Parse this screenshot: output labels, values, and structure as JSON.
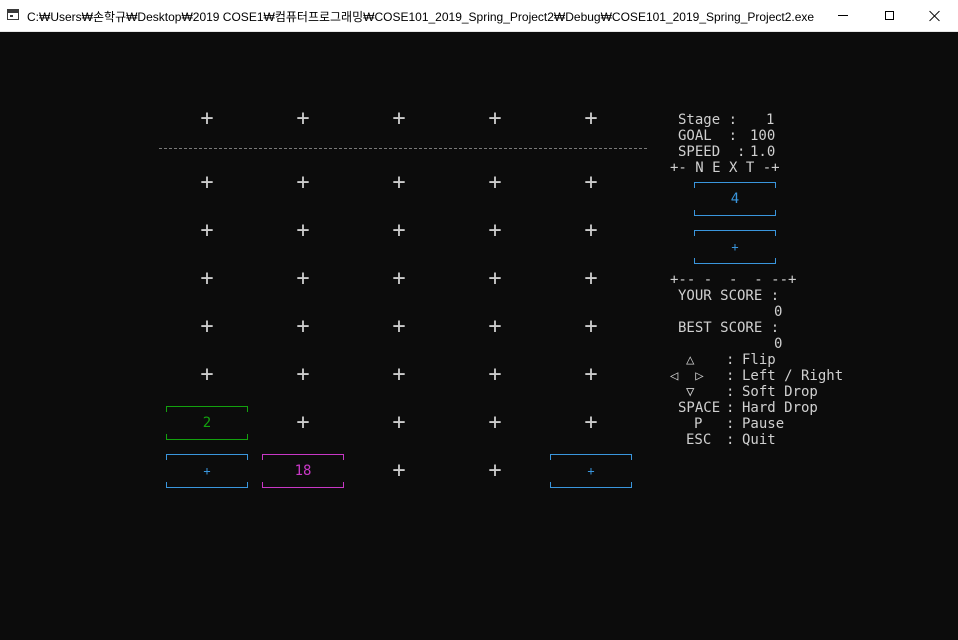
{
  "window": {
    "title": "C:₩Users₩손학규₩Desktop₩2019 COSE1₩컴퓨터프로그래밍₩COSE101_2019_Spring_Project2₩Debug₩COSE101_2019_Spring_Project2.exe"
  },
  "board": {
    "empty_symbol": "+",
    "divider": "-------------------------------------------------------------------------------",
    "tiles": [
      {
        "row": 6,
        "col": 0,
        "value": "2",
        "color": "#13a10e"
      },
      {
        "row": 7,
        "col": 0,
        "value": "+",
        "color": "#3a96dd"
      },
      {
        "row": 7,
        "col": 1,
        "value": "18",
        "color": "#c838c6"
      },
      {
        "row": 7,
        "col": 4,
        "value": "+",
        "color": "#3a96dd"
      }
    ]
  },
  "info": {
    "stage_label": "Stage :",
    "stage_value": "1",
    "goal_label": "GOAL  :",
    "goal_value": "100",
    "speed_label": "SPEED  :",
    "speed_value": "1.0",
    "next_header": "+- N E X T -+",
    "next_tiles": [
      {
        "value": "4",
        "color": "#3a96dd"
      },
      {
        "value": "+",
        "color": "#3a96dd"
      }
    ],
    "separator": "+-- -  -  - --+",
    "your_score_label": "YOUR SCORE :",
    "your_score_value": "0",
    "best_score_label": "BEST SCORE :",
    "best_score_value": "0"
  },
  "controls": [
    {
      "key": "△",
      "sep": ":",
      "action": "Flip"
    },
    {
      "key": "◁  ▷",
      "sep": ":",
      "action": "Left / Right"
    },
    {
      "key": "▽",
      "sep": ":",
      "action": "Soft Drop"
    },
    {
      "key": "SPACE",
      "sep": ":",
      "action": "Hard Drop"
    },
    {
      "key": "P",
      "sep": ":",
      "action": "Pause"
    },
    {
      "key": "ESC",
      "sep": ":",
      "action": "Quit"
    }
  ]
}
